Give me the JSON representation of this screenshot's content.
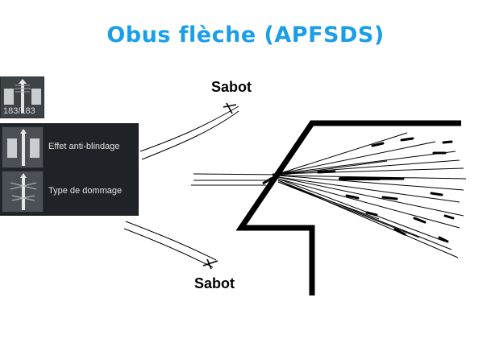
{
  "title": "Obus flèche (APFSDS)",
  "labels": {
    "sabot_top": "Sabot",
    "sabot_bottom": "Sabot"
  },
  "ammo_slot": {
    "count": "183/183"
  },
  "panel": {
    "rows": [
      {
        "label": "Effet anti-blindage",
        "icon": "armor-effect-icon"
      },
      {
        "label": "Type de dommage",
        "icon": "damage-type-icon"
      }
    ]
  },
  "colors": {
    "title": "#1a9ee8",
    "panel_bg": "#1f2327",
    "panel_text": "#e0e0e0",
    "lines": "#000000"
  }
}
